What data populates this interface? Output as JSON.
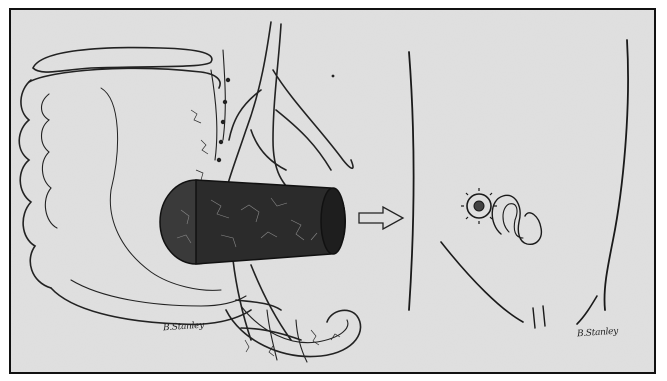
{
  "figure": {
    "left_panel": "colon-with-excised-segment",
    "right_panel": "abdominal-wall-with-stoma",
    "arrow": "right",
    "colors": {
      "background": "#dcdcdc",
      "ink": "#1a1a1a",
      "segment": "#2b2b2b"
    }
  },
  "signatures": {
    "left": "B.Stanley",
    "right": "B.Stanley"
  }
}
